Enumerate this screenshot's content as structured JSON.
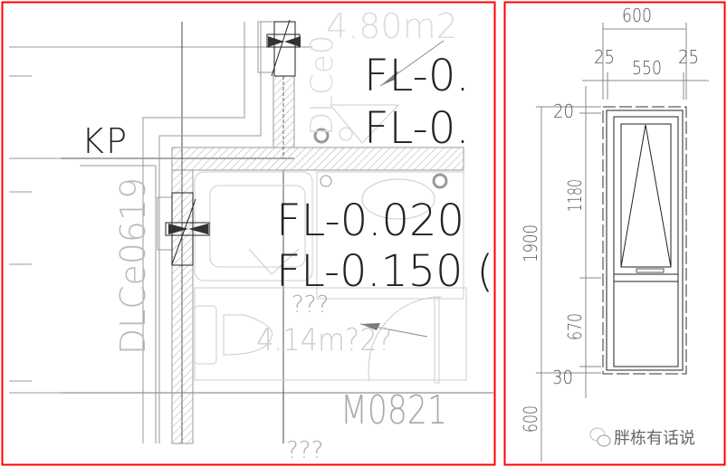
{
  "plan": {
    "kp_label": "KP",
    "window_code": "DLCe0619",
    "window_code_top": "DLCe0",
    "area_top": "4.80m2",
    "level_top_1": "FL-0.",
    "level_top_2": "FL-0.",
    "level_main_1": "FL-0.020",
    "level_main_2": "FL-0.150 (",
    "room_name_garbled": "???",
    "area_main": "4.14m?2?",
    "door_code": "M0821",
    "bottom_garbled": "???"
  },
  "elevation": {
    "dim_total_width": "600",
    "dim_left_margin": "25",
    "dim_inner_width": "550",
    "dim_right_margin": "25",
    "dim_top": "20",
    "dim_upper_sash": "1180",
    "dim_lower_panel": "670",
    "dim_bottom": "30",
    "dim_total_height": "1900",
    "dim_sill_height": "600"
  },
  "watermark": {
    "text": "胖栋有话说"
  },
  "colors": {
    "frame_border": "#ff0000"
  }
}
